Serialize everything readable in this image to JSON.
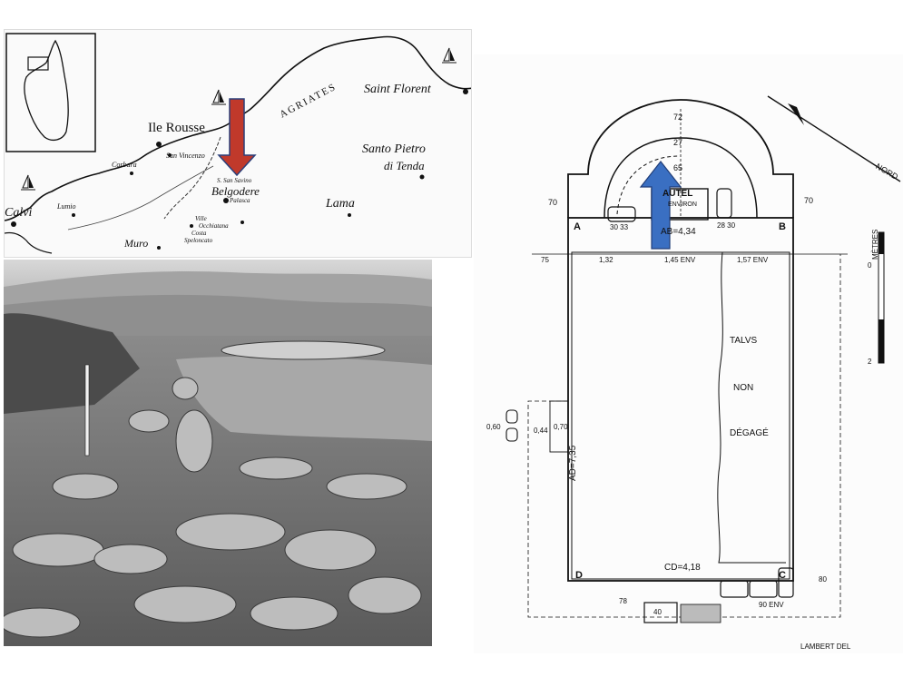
{
  "map": {
    "places": {
      "ile_rousse": "Ile Rousse",
      "saint_florent": "Saint Florent",
      "santo_pietro": "Santo Pietro",
      "di_tenda": "di Tenda",
      "agriates": "AGRIATES",
      "belgodere": "Belgodere",
      "calvi": "Calvi",
      "lama": "Lama",
      "muro": "Muro",
      "corbara": "Corbara",
      "san_vincenzo": "San Vincenzo",
      "lumio": "Lumio",
      "san_savino": "S. San Savino",
      "palasca": "Palasca",
      "ville": "Ville",
      "occhiatana": "Occhiatana",
      "costa": "Costa",
      "speloncato": "Speloncato"
    },
    "marker_color": "#c0392b"
  },
  "plan": {
    "labels": {
      "a": "A",
      "b": "B",
      "c": "C",
      "d": "D",
      "autel": "AUTEL",
      "environ": "ENVIRON",
      "ab": "AB=4,34",
      "ad": "AD=7,35",
      "cd": "CD=4,18",
      "talus": "TALVS",
      "non": "NON",
      "degage": "DÉGAGÉ",
      "nord": "NORD",
      "metres": "MÈTRES",
      "dim_72": "72",
      "dim_27": "27",
      "dim_65": "65",
      "dim_70l": "70",
      "dim_70r": "70",
      "dim_30_33": "30 33",
      "dim_28_30": "28 30",
      "dim_75": "75",
      "dim_132": "1,32",
      "dim_145": "1,45 ENV",
      "dim_157": "1,57 ENV",
      "dim_060": "0,60",
      "dim_044": "0,44",
      "dim_070": "0,70",
      "dim_80": "80",
      "dim_78": "78",
      "dim_40": "40",
      "dim_90": "90 ENV",
      "scale_0": "0",
      "scale_2": "2",
      "footer": "LAMBERT DEL"
    },
    "marker_color": "#3a6fc2"
  }
}
